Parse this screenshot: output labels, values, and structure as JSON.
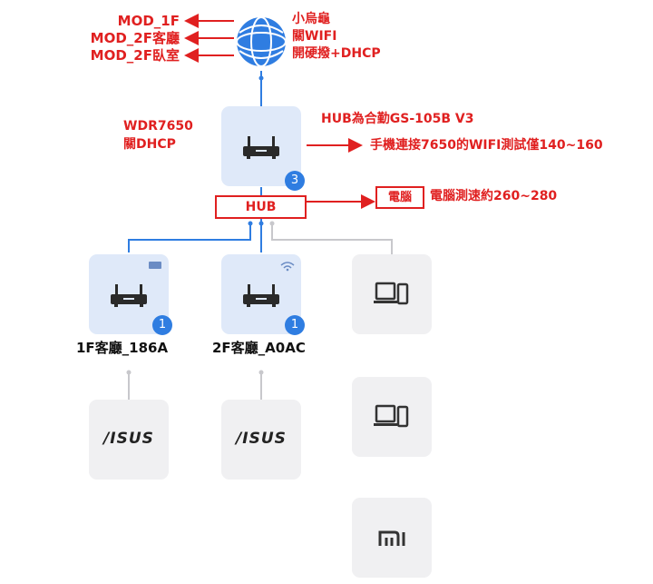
{
  "top": {
    "mod_labels": [
      "MOD_1F",
      "MOD_2F客廳",
      "MOD_2F臥室"
    ],
    "modem_notes": [
      "小烏龜",
      "關WIFI",
      "開硬撥+DHCP"
    ]
  },
  "main_router": {
    "notes": [
      "WDR7650",
      "關DHCP"
    ],
    "badge": "3",
    "hub_note": "HUB為合勤GS-105B V3",
    "wifi_test_note": "手機連接7650的WIFI測試僅140~160"
  },
  "hub": {
    "label": "HUB",
    "pc_box": "電腦",
    "pc_note": "電腦測速約260~280"
  },
  "nodes": [
    {
      "name": "1F客廳_186A",
      "badge": "1"
    },
    {
      "name": "2F客廳_A0AC",
      "badge": "1"
    }
  ],
  "child_brand": "/ISUS",
  "colors": {
    "red": "#e02020",
    "blue": "#2f7de1",
    "card_blue": "#dfe9f9",
    "card_grey": "#f0f0f2"
  }
}
